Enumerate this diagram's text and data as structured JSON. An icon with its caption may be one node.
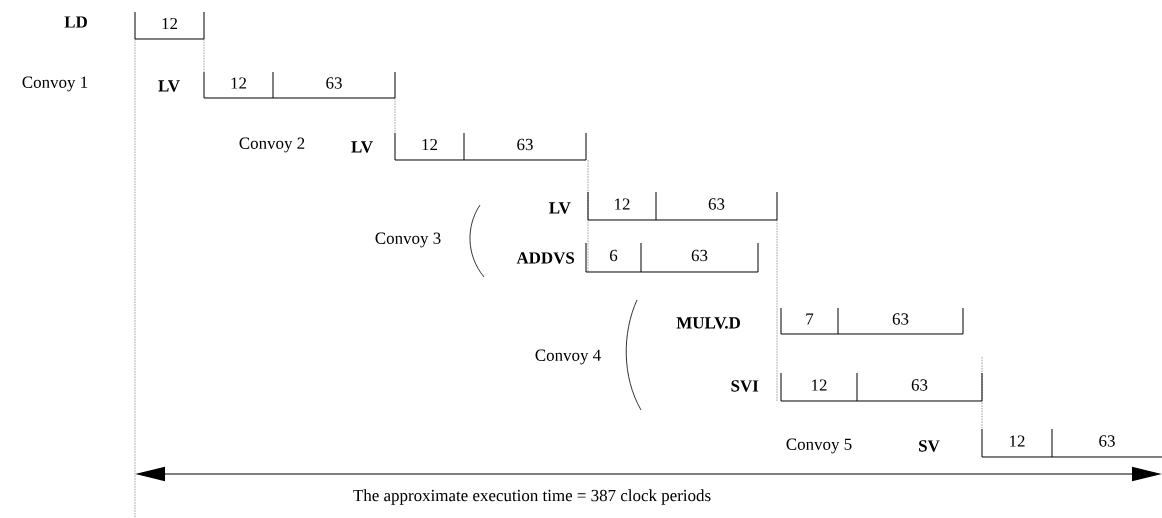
{
  "diagram": {
    "nodes": [
      {
        "text": [
          "12"
        ]
      },
      {
        "text": [
          "12"
        ]
      },
      {
        "text": [
          "63"
        ]
      },
      {
        "text": [
          "12"
        ]
      },
      {
        "text": [
          "63"
        ]
      },
      {
        "text": [
          "12"
        ]
      },
      {
        "text": [
          "63"
        ]
      },
      {
        "text": [
          "6"
        ]
      },
      {
        "text": [
          "63"
        ]
      },
      {
        "text": [
          "7"
        ]
      },
      {
        "text": [
          "63"
        ]
      },
      {
        "text": [
          "12"
        ]
      },
      {
        "text": [
          "63"
        ]
      },
      {
        "text": [
          "12"
        ]
      },
      {
        "text": [
          "63"
        ]
      }
    ],
    "labels": [
      "LD",
      "Convoy 1",
      "LV",
      "Convoy 2",
      "LV",
      "LV",
      "Convoy 3",
      "ADDVS",
      "MULV.D",
      "Convoy 4",
      "SVI",
      "Convoy 5",
      "SV",
      "The approximate execution time = 387 clock periods"
    ]
  }
}
